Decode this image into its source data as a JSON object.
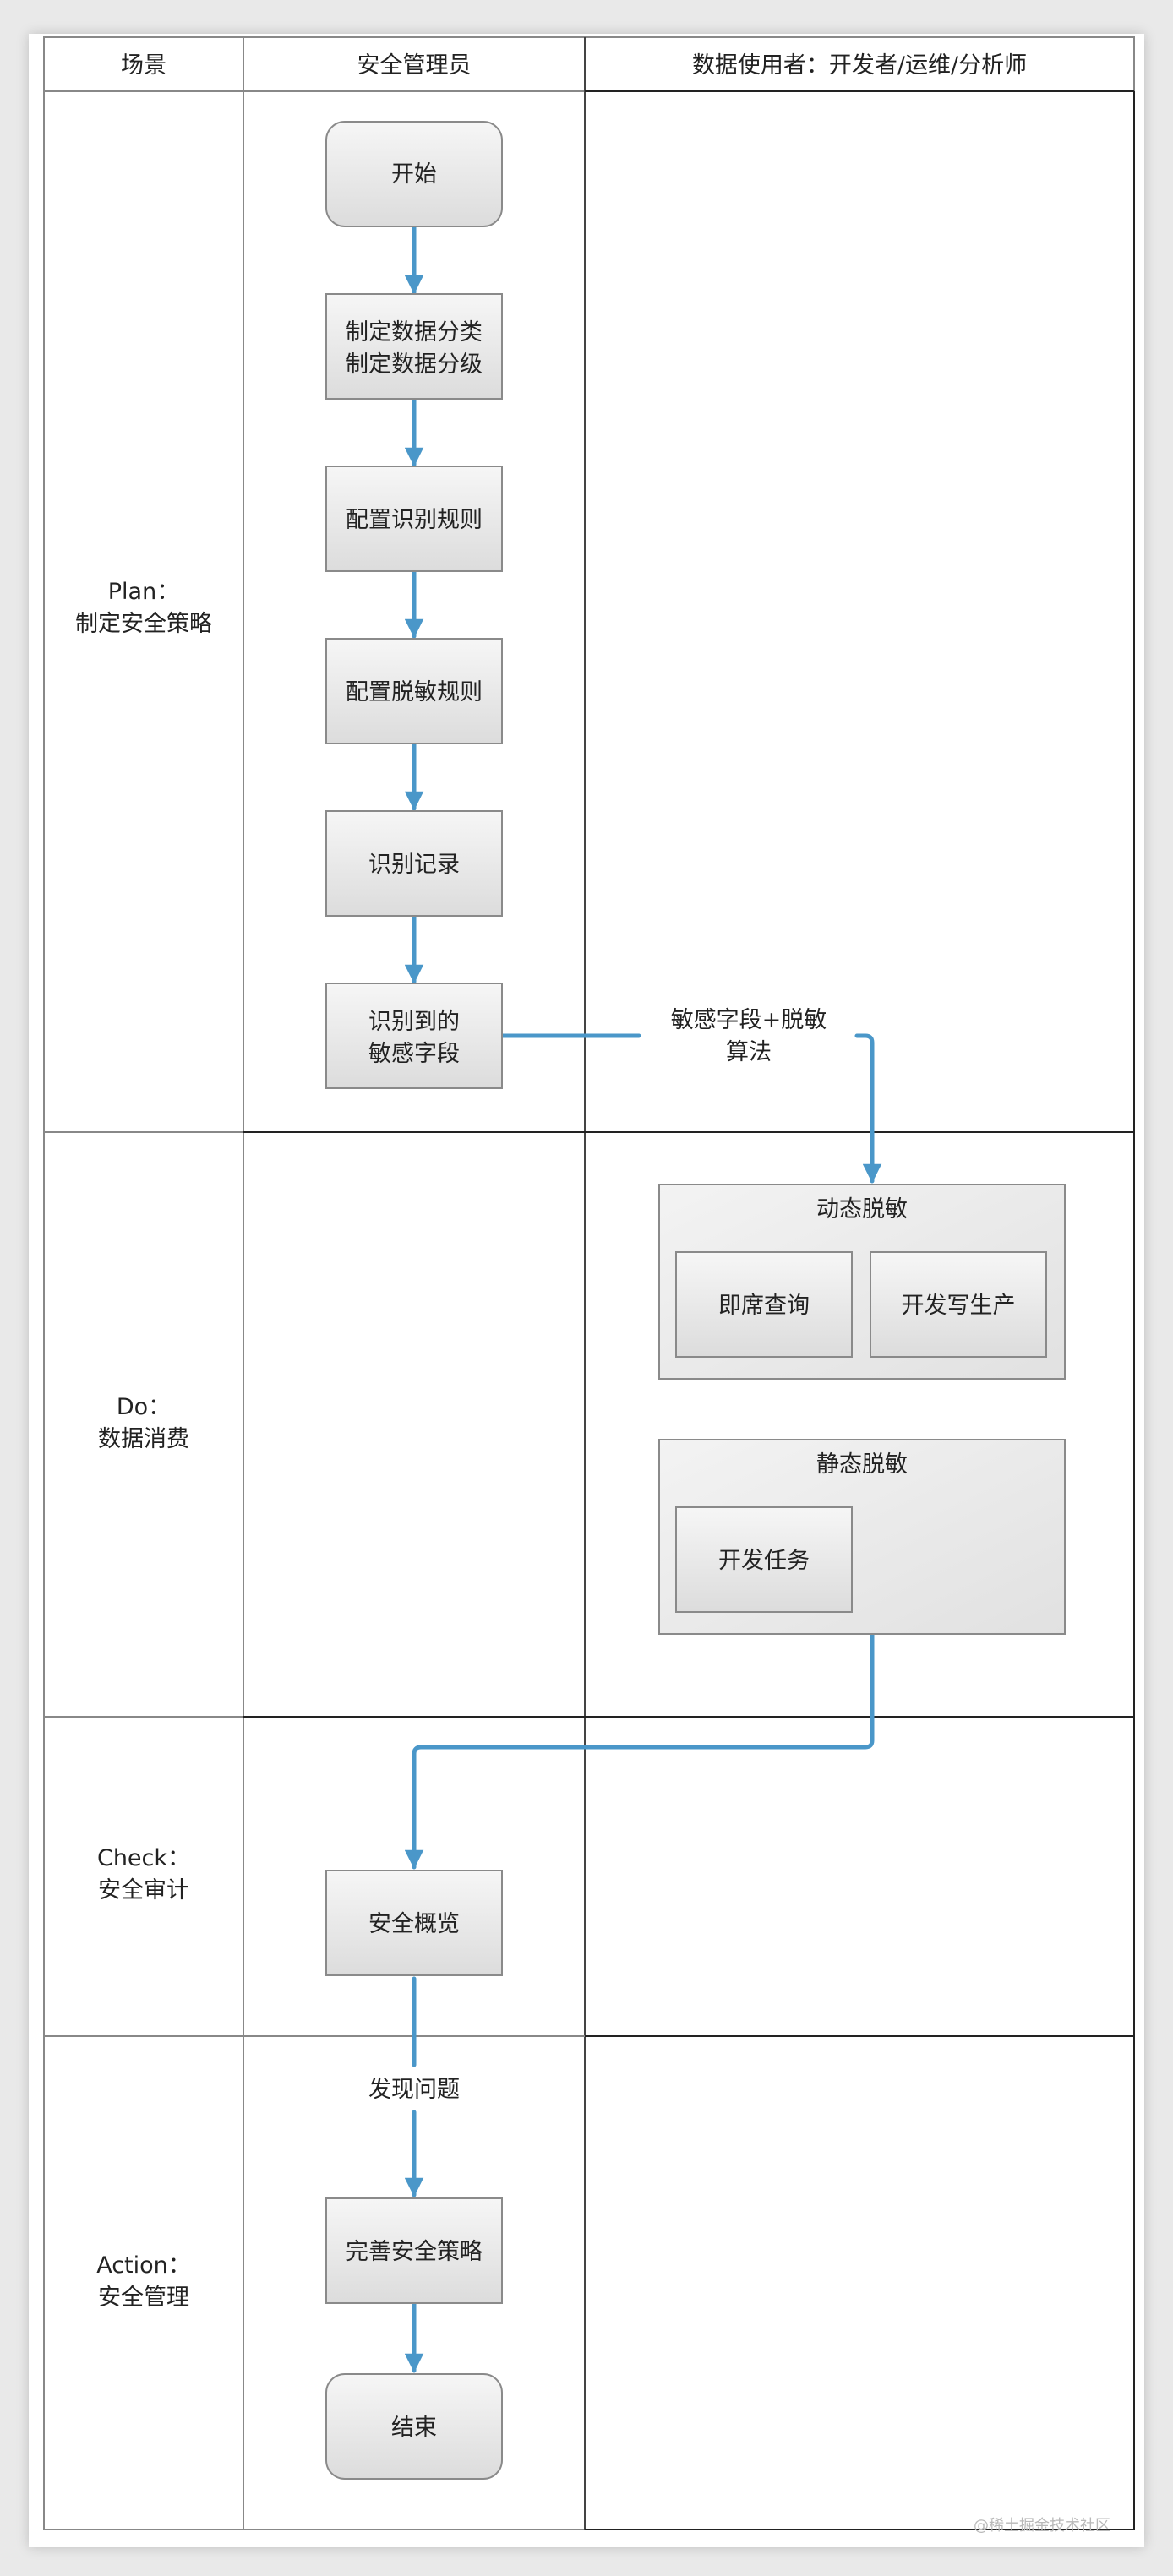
{
  "header": {
    "scene_col": "场景",
    "admin_col": "安全管理员",
    "user_col": "数据使用者：开发者/运维/分析师"
  },
  "scenes": {
    "plan": {
      "line1": "Plan：",
      "line2": "制定安全策略"
    },
    "do": {
      "line1": "Do：",
      "line2": "数据消费"
    },
    "check": {
      "line1": "Check：",
      "line2": "安全审计"
    },
    "action": {
      "line1": "Action：",
      "line2": "安全管理"
    }
  },
  "nodes": {
    "start": "开始",
    "classify_line1": "制定数据分类",
    "classify_line2": "制定数据分级",
    "config_identify": "配置识别规则",
    "config_mask": "配置脱敏规则",
    "identify_record": "识别记录",
    "sensitive_line1": "识别到的",
    "sensitive_line2": "敏感字段",
    "dynamic_title": "动态脱敏",
    "adhoc_query": "即席查询",
    "dev_write_prod": "开发写生产",
    "static_title": "静态脱敏",
    "dev_task": "开发任务",
    "overview": "安全概览",
    "improve": "完善安全策略",
    "end": "结束"
  },
  "edges": {
    "sensitive_to_dynamic_line1": "敏感字段+脱敏",
    "sensitive_to_dynamic_line2": "算法",
    "overview_to_improve": "发现问题"
  },
  "watermark": "@稀土掘金技术社区",
  "colors": {
    "arrow": "#4a97c9",
    "box_fill_top": "#f6f6f6",
    "box_fill_bottom": "#dcdcdc",
    "box_stroke": "#8a8a8a",
    "grid": "#444444"
  }
}
